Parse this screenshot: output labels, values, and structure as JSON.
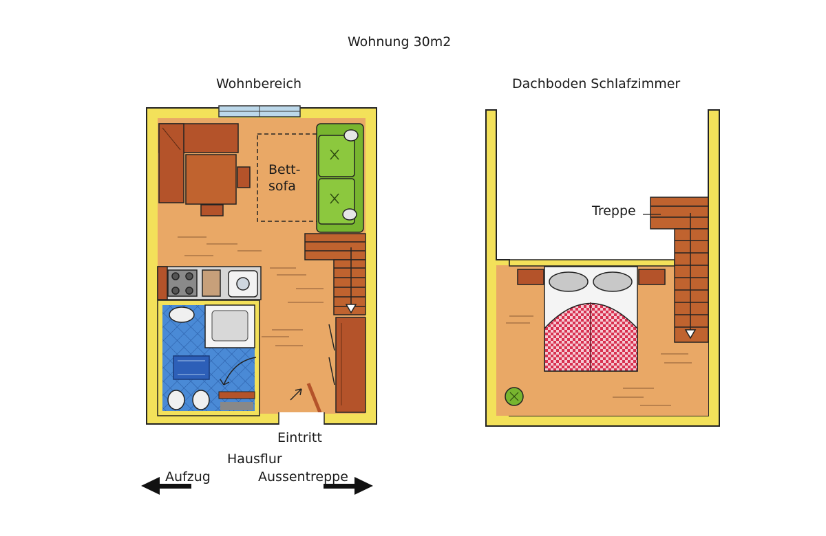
{
  "title": "Wohnung 30m2",
  "living": {
    "heading": "Wohnbereich",
    "bettsofa_line1": "Bett-",
    "bettsofa_line2": "sofa",
    "entrance": "Eintritt",
    "hallway": "Hausflur",
    "elevator": "Aufzug",
    "outer_stairs": "Aussentreppe"
  },
  "attic": {
    "heading": "Dachboden Schlafzimmer",
    "stairs": "Treppe"
  },
  "colors": {
    "wall": "#f3e15a",
    "wall_outline": "#222222",
    "floor": "#e9a866",
    "wood": "#b4532a",
    "sofa": "#78b52f",
    "tile": "#3d7fd0",
    "bed": "#d63455",
    "rug": "#2d5fb8"
  }
}
